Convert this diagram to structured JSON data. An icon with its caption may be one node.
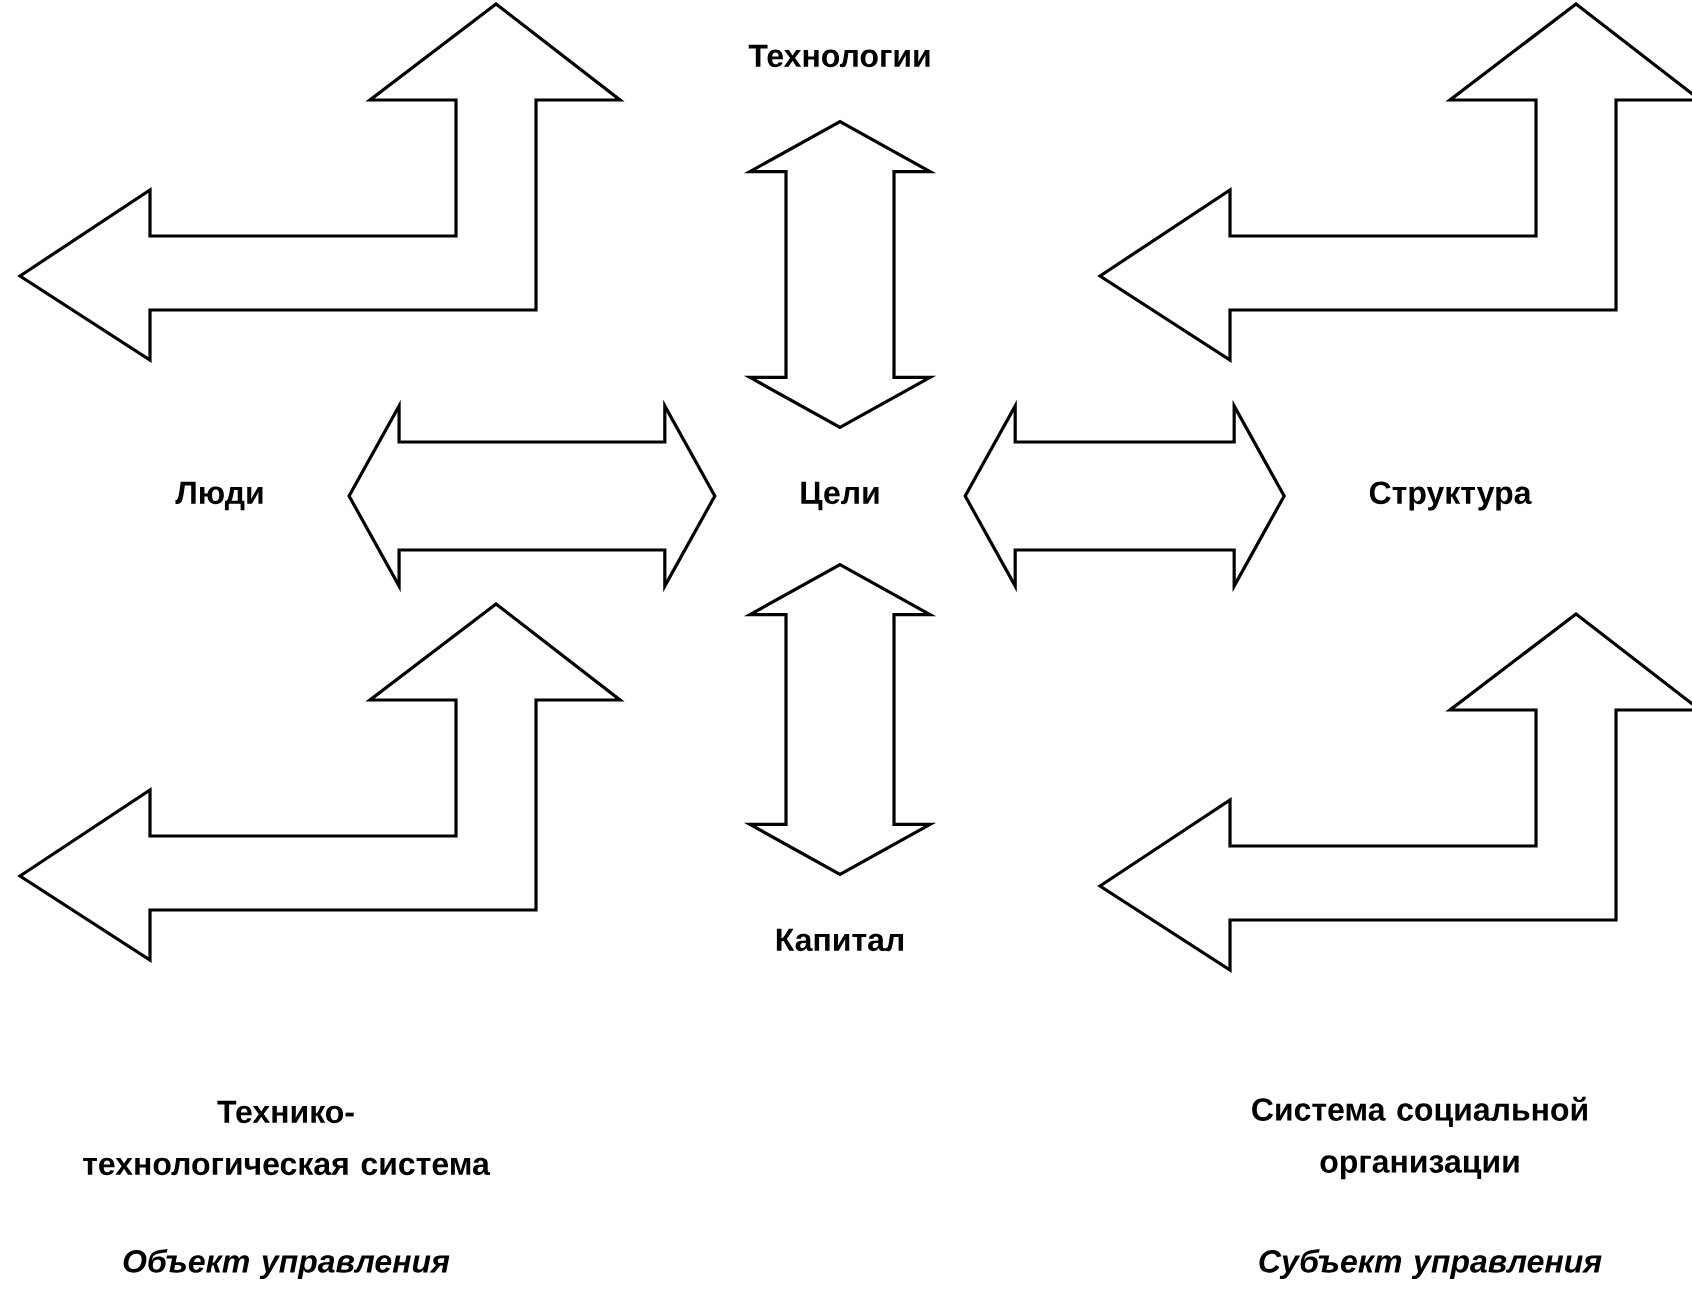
{
  "diagram": {
    "nodes": [
      {
        "text": [
          "Технологии"
        ]
      },
      {
        "text": [
          "Люди"
        ]
      },
      {
        "text": [
          "Цели"
        ]
      },
      {
        "text": [
          "Структура"
        ]
      },
      {
        "text": [
          "Капитал"
        ]
      }
    ],
    "edges": [
      {
        "from": 2,
        "to": 0,
        "arrow": "both"
      },
      {
        "from": 2,
        "to": 1,
        "arrow": "both"
      },
      {
        "from": 2,
        "to": 3,
        "arrow": "both"
      },
      {
        "from": 2,
        "to": 4,
        "arrow": "both"
      }
    ],
    "labels": [
      "Технико-технологическая система",
      "Система социальной организации",
      "Объект управления",
      "Субъект управления"
    ]
  }
}
